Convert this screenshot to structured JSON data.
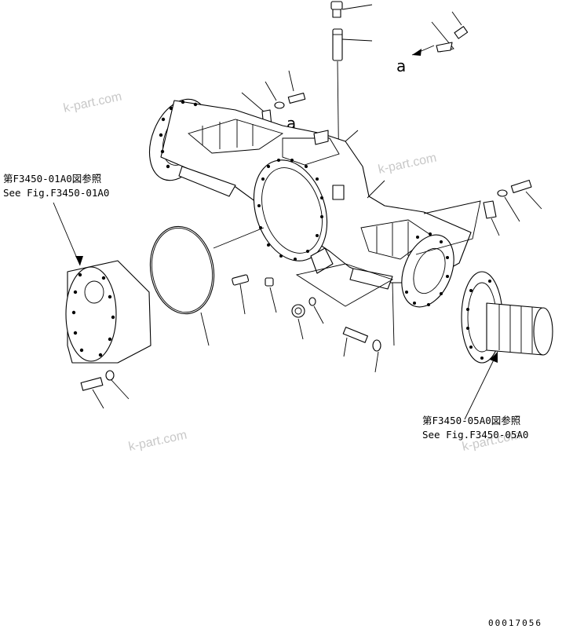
{
  "watermarks": [
    "k-part.com",
    "k-part.com",
    "k-part.com",
    "k-part.com"
  ],
  "references": {
    "left": {
      "line1": "第F3450-01A0図参照",
      "line2": "See Fig.F3450-01A0"
    },
    "right": {
      "line1": "第F3450-05A0図参照",
      "line2": "See Fig.F3450-05A0"
    }
  },
  "view_letters": [
    "a",
    "a"
  ],
  "document_number": "00017056",
  "parts": [
    "housing",
    "final-drive-left",
    "hub-right",
    "o-ring-large",
    "bolts-washers",
    "brackets",
    "plugs",
    "pins"
  ]
}
